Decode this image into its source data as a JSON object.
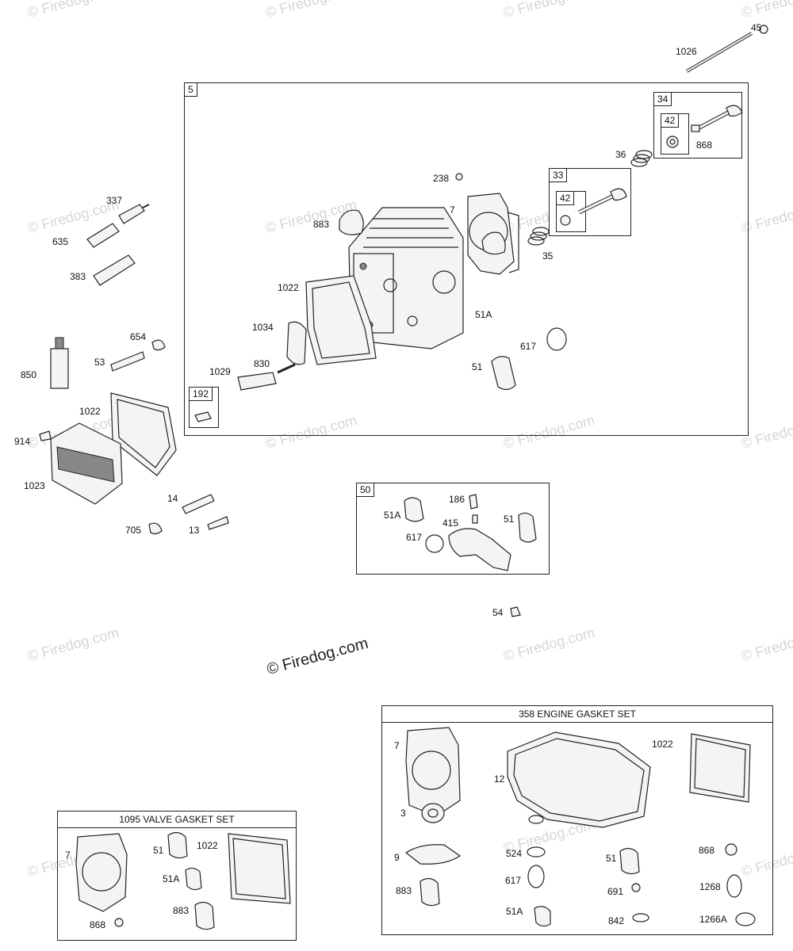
{
  "watermark": "© Firedog.com",
  "boxes": {
    "head_kit": {
      "tag": "5"
    },
    "valve_34": {
      "tag": "34",
      "inner_tag": "42"
    },
    "valve_33": {
      "tag": "33",
      "inner_tag": "42"
    },
    "kit_192": {
      "tag": "192"
    },
    "kit_50": {
      "tag": "50"
    },
    "gasket_1095": {
      "title": "1095 VALVE GASKET SET"
    },
    "gasket_358": {
      "title": "358 ENGINE GASKET SET"
    }
  },
  "labels": {
    "l45": "45",
    "l1026": "1026",
    "l868a": "868",
    "l36": "36",
    "l238": "238",
    "l7a": "7",
    "l883a": "883",
    "l35": "35",
    "l1022a": "1022",
    "l51Aa": "51A",
    "l617a": "617",
    "l1034": "1034",
    "l830": "830",
    "l1029": "1029",
    "l51a": "51",
    "l337": "337",
    "l635": "635",
    "l383": "383",
    "l654": "654",
    "l53": "53",
    "l850": "850",
    "l1022b": "1022",
    "l914": "914",
    "l1023": "1023",
    "l14": "14",
    "l705": "705",
    "l13": "13",
    "l186": "186",
    "l51Ab": "51A",
    "l415": "415",
    "l51b": "51",
    "l617b": "617",
    "l54": "54",
    "g7": "7",
    "g51": "51",
    "g1022": "1022",
    "g51A": "51A",
    "g883": "883",
    "g868": "868",
    "e7": "7",
    "e1022": "1022",
    "e12": "12",
    "e3": "3",
    "e9": "9",
    "e524": "524",
    "e51": "51",
    "e868": "868",
    "e617": "617",
    "e691": "691",
    "e1268": "1268",
    "e883": "883",
    "e51A": "51A",
    "e842": "842",
    "e1266A": "1266A"
  }
}
